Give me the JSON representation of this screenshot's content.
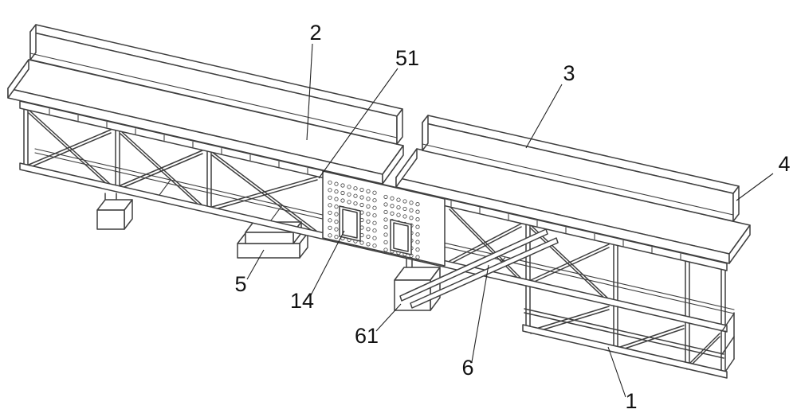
{
  "figure": {
    "background": "#ffffff",
    "line_color": "#3f3f3f",
    "label_color": "#111111"
  },
  "labels": {
    "deck_left": "2",
    "connector": "51",
    "deck_right": "3",
    "barrier_end": "4",
    "support_left": "5",
    "splice_plate": "14",
    "pedestal": "61",
    "brace": "6",
    "end_frame": "1"
  }
}
